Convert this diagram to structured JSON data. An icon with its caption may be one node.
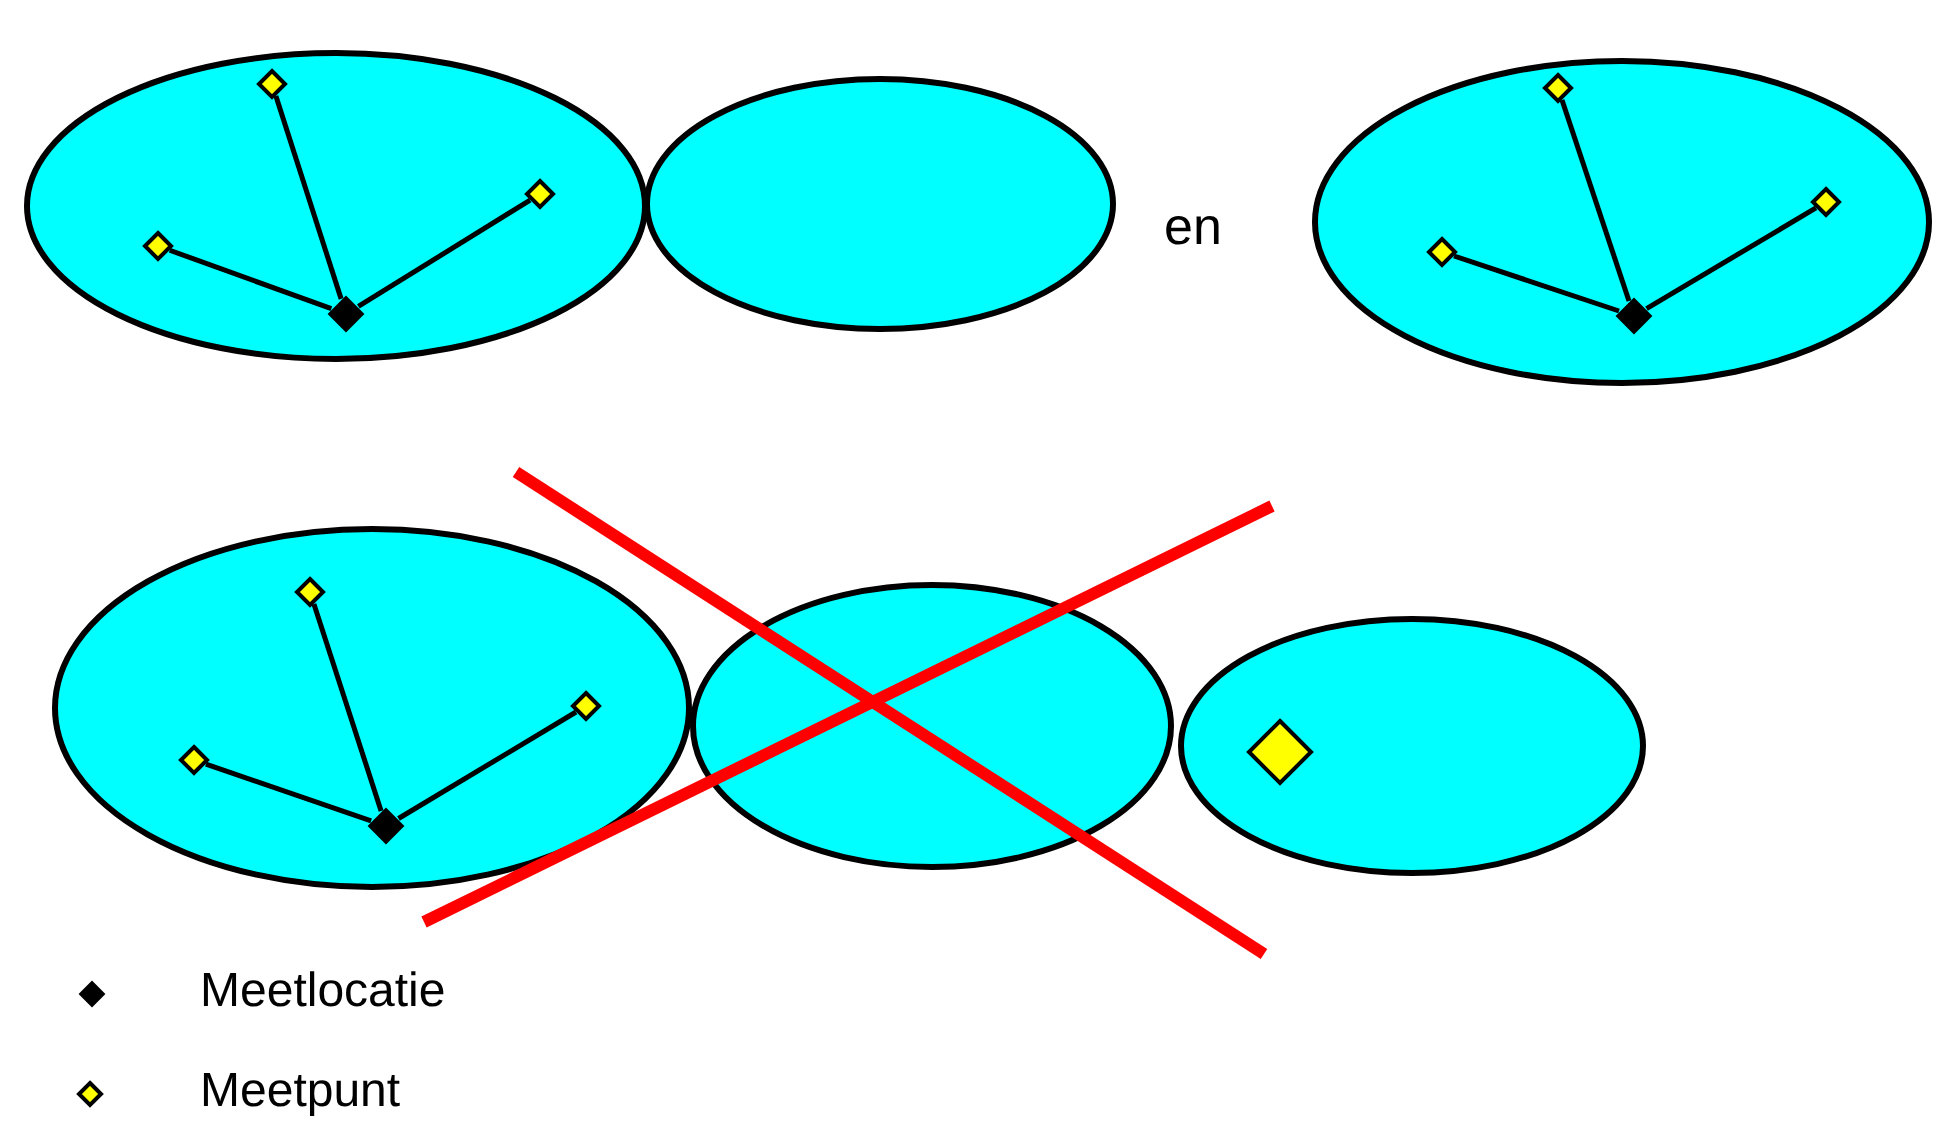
{
  "diagram": {
    "nodes": [
      {
        "text": [],
        "shape": "ellipse"
      },
      {
        "text": [],
        "shape": "ellipse"
      },
      {
        "text": [],
        "shape": "ellipse"
      },
      {
        "text": [],
        "shape": "ellipse"
      },
      {
        "text": [],
        "shape": "ellipse"
      },
      {
        "text": [],
        "shape": "ellipse"
      },
      {
        "text": [],
        "shape": "diamond",
        "in": 0
      },
      {
        "text": [],
        "shape": "diamond",
        "in": 0
      },
      {
        "text": [],
        "shape": "diamond",
        "in": 0
      },
      {
        "text": [],
        "shape": "diamond",
        "in": 0
      },
      {
        "text": [],
        "shape": "diamond",
        "in": 2
      },
      {
        "text": [],
        "shape": "diamond",
        "in": 2
      },
      {
        "text": [],
        "shape": "diamond",
        "in": 2
      },
      {
        "text": [],
        "shape": "diamond",
        "in": 2
      },
      {
        "text": [],
        "shape": "diamond",
        "in": 3
      },
      {
        "text": [],
        "shape": "diamond",
        "in": 3
      },
      {
        "text": [],
        "shape": "diamond",
        "in": 3
      },
      {
        "text": [],
        "shape": "diamond",
        "in": 3
      },
      {
        "text": [],
        "shape": "diamond",
        "in": 5
      }
    ],
    "edges": [
      {
        "from": 6,
        "to": 9,
        "arrow": "none"
      },
      {
        "from": 7,
        "to": 9,
        "arrow": "none"
      },
      {
        "from": 8,
        "to": 9,
        "arrow": "none"
      },
      {
        "from": 10,
        "to": 13,
        "arrow": "none"
      },
      {
        "from": 11,
        "to": 13,
        "arrow": "none"
      },
      {
        "from": 12,
        "to": 13,
        "arrow": "none"
      },
      {
        "from": 14,
        "to": 17,
        "arrow": "none"
      },
      {
        "from": 15,
        "to": 17,
        "arrow": "none"
      },
      {
        "from": 16,
        "to": 17,
        "arrow": "none"
      }
    ],
    "labels": [
      "en"
    ],
    "legend": [
      {
        "text": "Meetlocatie"
      },
      {
        "text": "Meetpunt"
      }
    ]
  }
}
